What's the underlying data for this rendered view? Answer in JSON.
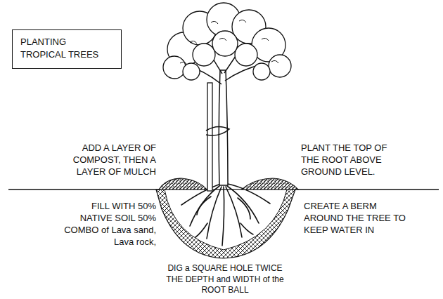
{
  "diagram": {
    "nodes": [
      {
        "text": [
          "PLANTING TROPICAL TREES"
        ]
      }
    ],
    "labels": [
      "ADD A LAYER OF COMPOST, THEN A LAYER OF MULCH",
      "PLANT THE TOP OF THE ROOT ABOVE GROUND LEVEL.",
      "FILL WITH 50% NATIVE SOIL 50% COMBO of Lava sand, Lava rock,",
      "CREATE A BERM AROUND THE TREE TO KEEP WATER IN",
      "DIG a SQUARE HOLE TWICE THE DEPTH and WIDTH of the ROOT BALL"
    ]
  }
}
